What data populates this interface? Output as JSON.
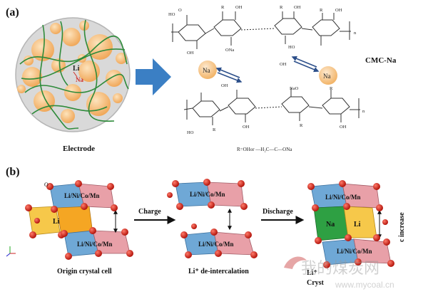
{
  "panel_a": {
    "tag": "(a)",
    "electrode_label": "Electrode",
    "li_label": "Li",
    "na_label": "Na",
    "cmc_label": "CMC-Na",
    "na_ball_left": "Na",
    "na_ball_right": "Na",
    "formula": "R=OHor —H₂C—C—ONa"
  },
  "panel_b": {
    "tag": "(b)",
    "layer_tm": "Li/Ni/Co/Mn",
    "li_site": "Li",
    "na_site": "Na",
    "arrow_charge": "Charge",
    "arrow_discharge": "Discharge",
    "caption_origin": "Origin crystal cell",
    "caption_deintercalation": "Li⁺ de-intercalation",
    "caption_right": "Li⁺",
    "caption_right2": "Cryst",
    "c_increase": "c increase",
    "o_label": "O"
  },
  "watermark": {
    "cn": "我的煤炭网",
    "url": "www.mycoal.cn"
  },
  "colors": {
    "tm_blue": "#6fa8d6",
    "tm_pink": "#e8a0a8",
    "li_orange": "#f5a623",
    "li_yellow": "#f6c84a",
    "na_green": "#2ea043",
    "oxygen_red": "#d42a1e",
    "arrow_blue": "#3b7fc4",
    "electrode_bg": "#d6d6d6",
    "particle": "#f4b86a",
    "binder": "#2e8b3a"
  }
}
